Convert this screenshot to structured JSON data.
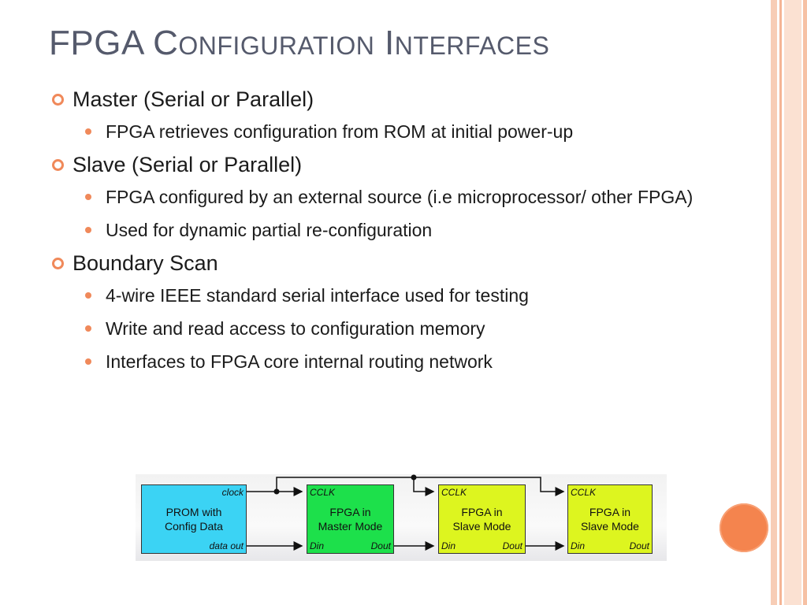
{
  "slide": {
    "title_first": "FPGA C",
    "title_sc1": "onfiguration",
    "title_mid": " I",
    "title_sc2": "nterfaces",
    "items": [
      {
        "text": "Master (Serial or Parallel)",
        "sub": [
          "FPGA retrieves configuration from ROM at initial power-up"
        ]
      },
      {
        "text": "Slave (Serial or Parallel)",
        "sub": [
          "FPGA configured by an external source (i.e microprocessor/ other FPGA)",
          "Used for dynamic partial re-configuration"
        ]
      },
      {
        "text": "Boundary Scan",
        "sub": [
          "4-wire IEEE standard serial interface used for testing",
          "Write and read access to configuration memory",
          "Interfaces to FPGA core internal routing network"
        ]
      }
    ]
  },
  "diagram": {
    "prom": {
      "line1": "PROM with",
      "line2": "Config Data",
      "pin_clock": "clock",
      "pin_data": "data out"
    },
    "master": {
      "line1": "FPGA in",
      "line2": "Master Mode",
      "pin_clk": "CCLK",
      "pin_din": "Din",
      "pin_dout": "Dout"
    },
    "slave1": {
      "line1": "FPGA in",
      "line2": "Slave Mode",
      "pin_clk": "CCLK",
      "pin_din": "Din",
      "pin_dout": "Dout"
    },
    "slave2": {
      "line1": "FPGA in",
      "line2": "Slave Mode",
      "pin_clk": "CCLK",
      "pin_din": "Din",
      "pin_dout": "Dout"
    }
  },
  "colors": {
    "accent": "#f0895a",
    "prom": "#3bd3f4",
    "master": "#1de04b",
    "slave": "#ddf51f"
  }
}
